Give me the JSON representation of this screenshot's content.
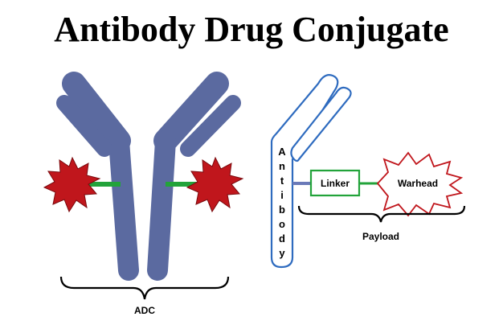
{
  "title": "Antibody Drug Conjugate",
  "labels": {
    "adc": "ADC",
    "linker": "Linker",
    "warhead": "Warhead",
    "payload": "Payload",
    "antibody_letters": [
      "A",
      "n",
      "t",
      "i",
      "b",
      "o",
      "d",
      "y"
    ]
  },
  "colors": {
    "antibody_fill": "#5b6aa0",
    "antibody_outline": "#2e6bbf",
    "linker_green": "#22a33a",
    "drug_red": "#c0161c",
    "warhead_red": "#c0161c",
    "connector_blue": "#6a7ab8"
  },
  "icons": {
    "drug": "red-star-burst",
    "warhead": "starburst-outline"
  }
}
